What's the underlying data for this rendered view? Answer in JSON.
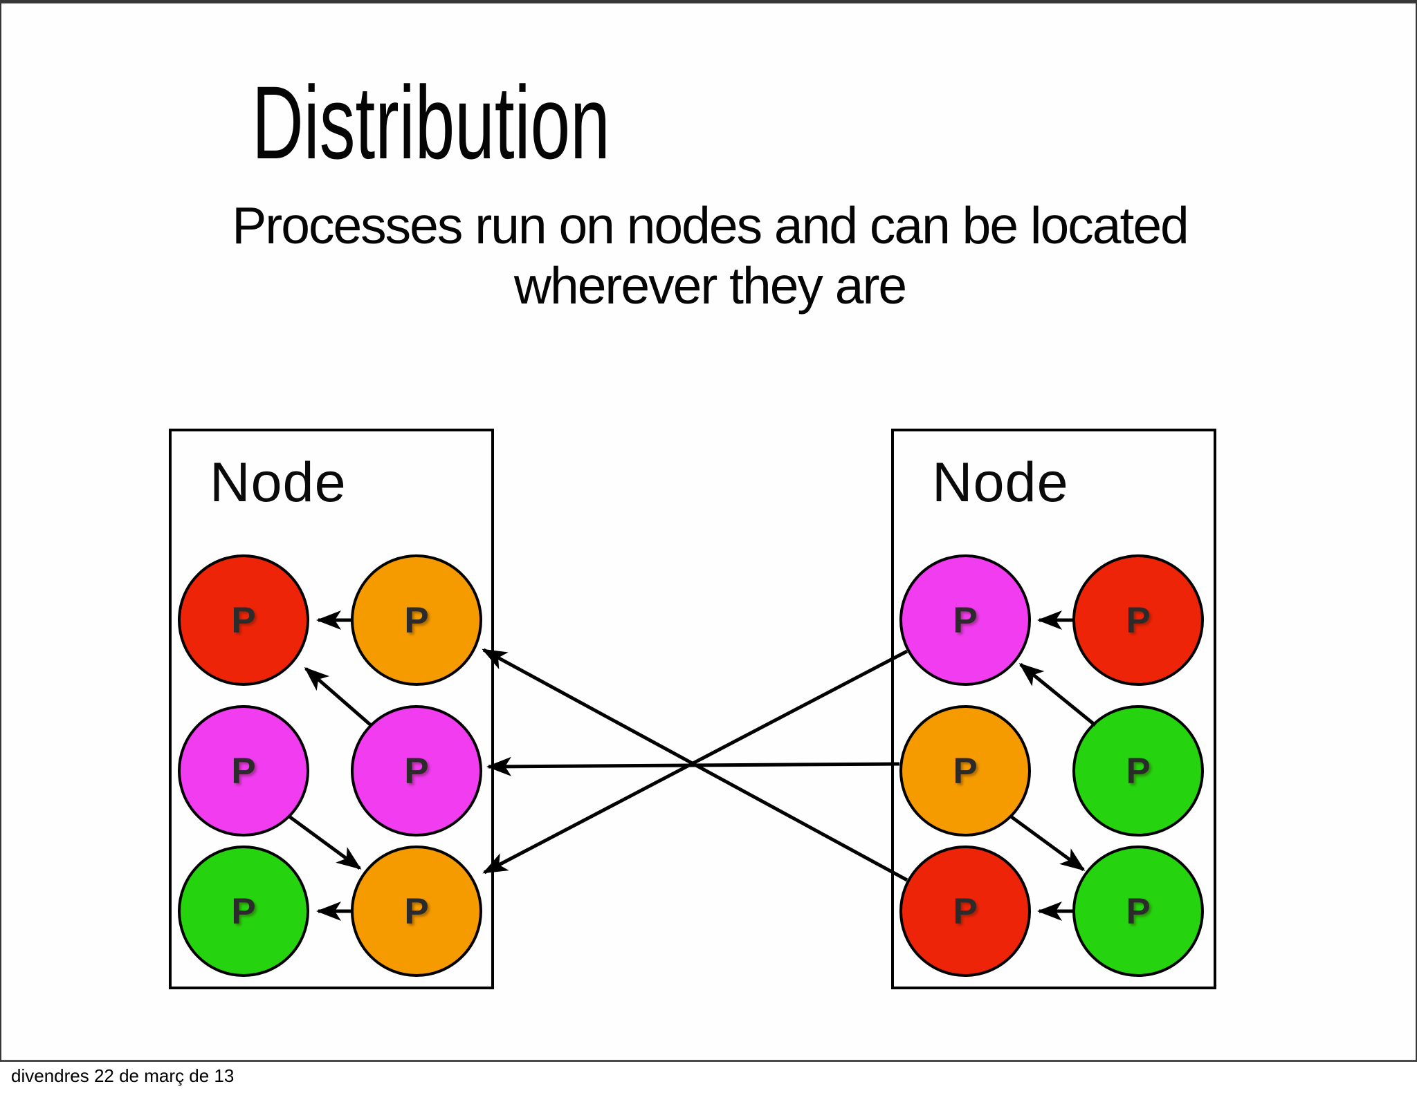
{
  "slide": {
    "title": "Distribution",
    "subtitle_line1": "Processes run on nodes and can be located",
    "subtitle_line2": "wherever they are",
    "footer": "divendres 22 de març de 13"
  },
  "colors": {
    "red": "#EE2409",
    "orange": "#F59B00",
    "magenta": "#F13CF0",
    "green": "#26D30F",
    "frame_border": "#383838",
    "box_border": "#000000",
    "arrow": "#000000"
  },
  "nodes": [
    {
      "label": "Node",
      "side": "left",
      "processes": [
        {
          "label": "P",
          "color_name": "red",
          "color": "#EE2409",
          "row": 1,
          "col": 1
        },
        {
          "label": "P",
          "color_name": "orange",
          "color": "#F59B00",
          "row": 1,
          "col": 2
        },
        {
          "label": "P",
          "color_name": "magenta",
          "color": "#F13CF0",
          "row": 2,
          "col": 1
        },
        {
          "label": "P",
          "color_name": "magenta",
          "color": "#F13CF0",
          "row": 2,
          "col": 2
        },
        {
          "label": "P",
          "color_name": "green",
          "color": "#26D30F",
          "row": 3,
          "col": 1
        },
        {
          "label": "P",
          "color_name": "orange",
          "color": "#F59B00",
          "row": 3,
          "col": 2
        }
      ]
    },
    {
      "label": "Node",
      "side": "right",
      "processes": [
        {
          "label": "P",
          "color_name": "magenta",
          "color": "#F13CF0",
          "row": 1,
          "col": 1
        },
        {
          "label": "P",
          "color_name": "red",
          "color": "#EE2409",
          "row": 1,
          "col": 2
        },
        {
          "label": "P",
          "color_name": "orange",
          "color": "#F59B00",
          "row": 2,
          "col": 1
        },
        {
          "label": "P",
          "color_name": "green",
          "color": "#26D30F",
          "row": 2,
          "col": 2
        },
        {
          "label": "P",
          "color_name": "red",
          "color": "#EE2409",
          "row": 3,
          "col": 1
        },
        {
          "label": "P",
          "color_name": "green",
          "color": "#26D30F",
          "row": 3,
          "col": 2
        }
      ]
    }
  ],
  "edges": [
    {
      "from": "left node orange P (row1 col2)",
      "to": "left node red P (row1 col1)"
    },
    {
      "from": "left node magenta P (row2 col2)",
      "to": "left node red P (row1 col1)"
    },
    {
      "from": "left node magenta P (row2 col1)",
      "to": "left node orange P (row3 col2)"
    },
    {
      "from": "left node orange P (row3 col2)",
      "to": "left node green P (row3 col1)"
    },
    {
      "from": "right node red P (row1 col2)",
      "to": "right node magenta P (row1 col1)"
    },
    {
      "from": "right node green P (row2 col2)",
      "to": "right node magenta P (row1 col1)"
    },
    {
      "from": "right node orange P (row2 col1)",
      "to": "right node green P (row3 col2)"
    },
    {
      "from": "right node green P (row3 col2)",
      "to": "right node red P (row3 col1)"
    },
    {
      "from": "right node magenta P (row1 col1)",
      "to": "left node orange P (row3 col2)"
    },
    {
      "from": "right node orange P (row2 col1)",
      "to": "left node magenta P (row2 col2)"
    },
    {
      "from": "right node red P (row3 col1)",
      "to": "left node orange P (row1 col2)"
    }
  ]
}
